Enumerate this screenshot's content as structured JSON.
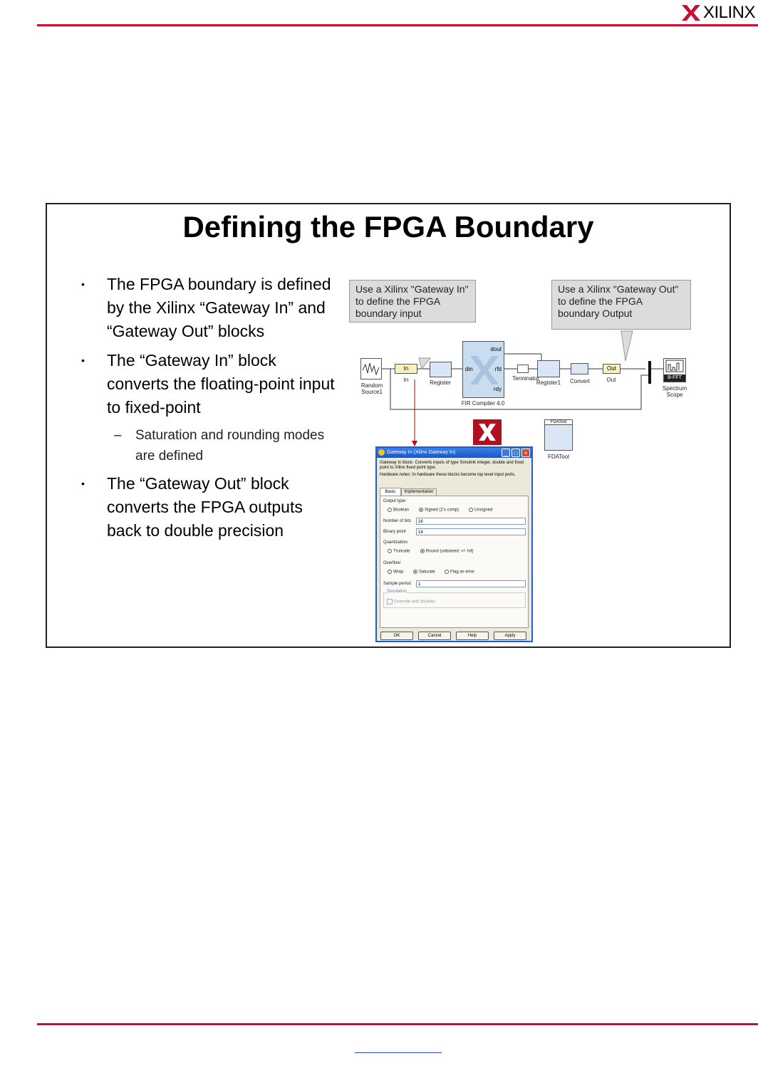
{
  "header": {
    "logo_text": "XILINX"
  },
  "slide": {
    "title": "Defining the FPGA Boundary",
    "bullets": [
      "The  FPGA boundary is defined by the Xilinx “Gateway In” and “Gateway Out” blocks",
      "The “Gateway In” block converts the floating-point input to fixed-point"
    ],
    "sub_bullet": "Saturation and rounding modes are defined",
    "bullet3": "The “Gateway Out” block converts the FPGA outputs back to double precision"
  },
  "diagram": {
    "callout_in": "Use a Xilinx \"Gateway In\" to define the FPGA boundary input",
    "callout_out": "Use a Xilinx \"Gateway Out\" to define the FPGA boundary Output",
    "blocks": {
      "random_source": "Random Source1",
      "gateway_in": "In",
      "gateway_in_label": "In",
      "register": "Register",
      "fir": "FIR Compiler 4.0",
      "fir_ports": [
        "din",
        "dout",
        "rfd",
        "rdy"
      ],
      "terminator": "Terminator",
      "register1": "Register1",
      "convert": "Convert",
      "gateway_out": "Out",
      "gateway_out_label": "Out",
      "scope": "B-FFT",
      "scope_label": "Spectrum Scope",
      "fdatool_icon": "FDATool",
      "fdatool": "FDATool"
    }
  },
  "dialog": {
    "title": "Gateway In (Xilinx Gateway In)",
    "desc1": "Gateway In block. Converts inputs of type Simulink integer, double and fixed point to Xilinx fixed point type.",
    "desc2": "Hardware notes: In hardware these blocks become top level input ports.",
    "tabs": [
      "Basic",
      "Implementation"
    ],
    "output_type_label": "Output type:",
    "output_type_options": [
      "Boolean",
      "Signed (2's comp)",
      "Unsigned"
    ],
    "num_bits_label": "Number of bits",
    "num_bits_value": "16",
    "binary_point_label": "Binary point",
    "binary_point_value": "14",
    "quantization_label": "Quantization:",
    "quantization_options": [
      "Truncate",
      "Round (unbiased: +/- Inf)"
    ],
    "overflow_label": "Overflow:",
    "overflow_options": [
      "Wrap",
      "Saturate",
      "Flag as error"
    ],
    "sample_period_label": "Sample period",
    "sample_period_value": "1",
    "simulation_label": "Simulation",
    "override_label": "Override with doubles",
    "buttons": [
      "OK",
      "Cancel",
      "Help",
      "Apply"
    ]
  }
}
